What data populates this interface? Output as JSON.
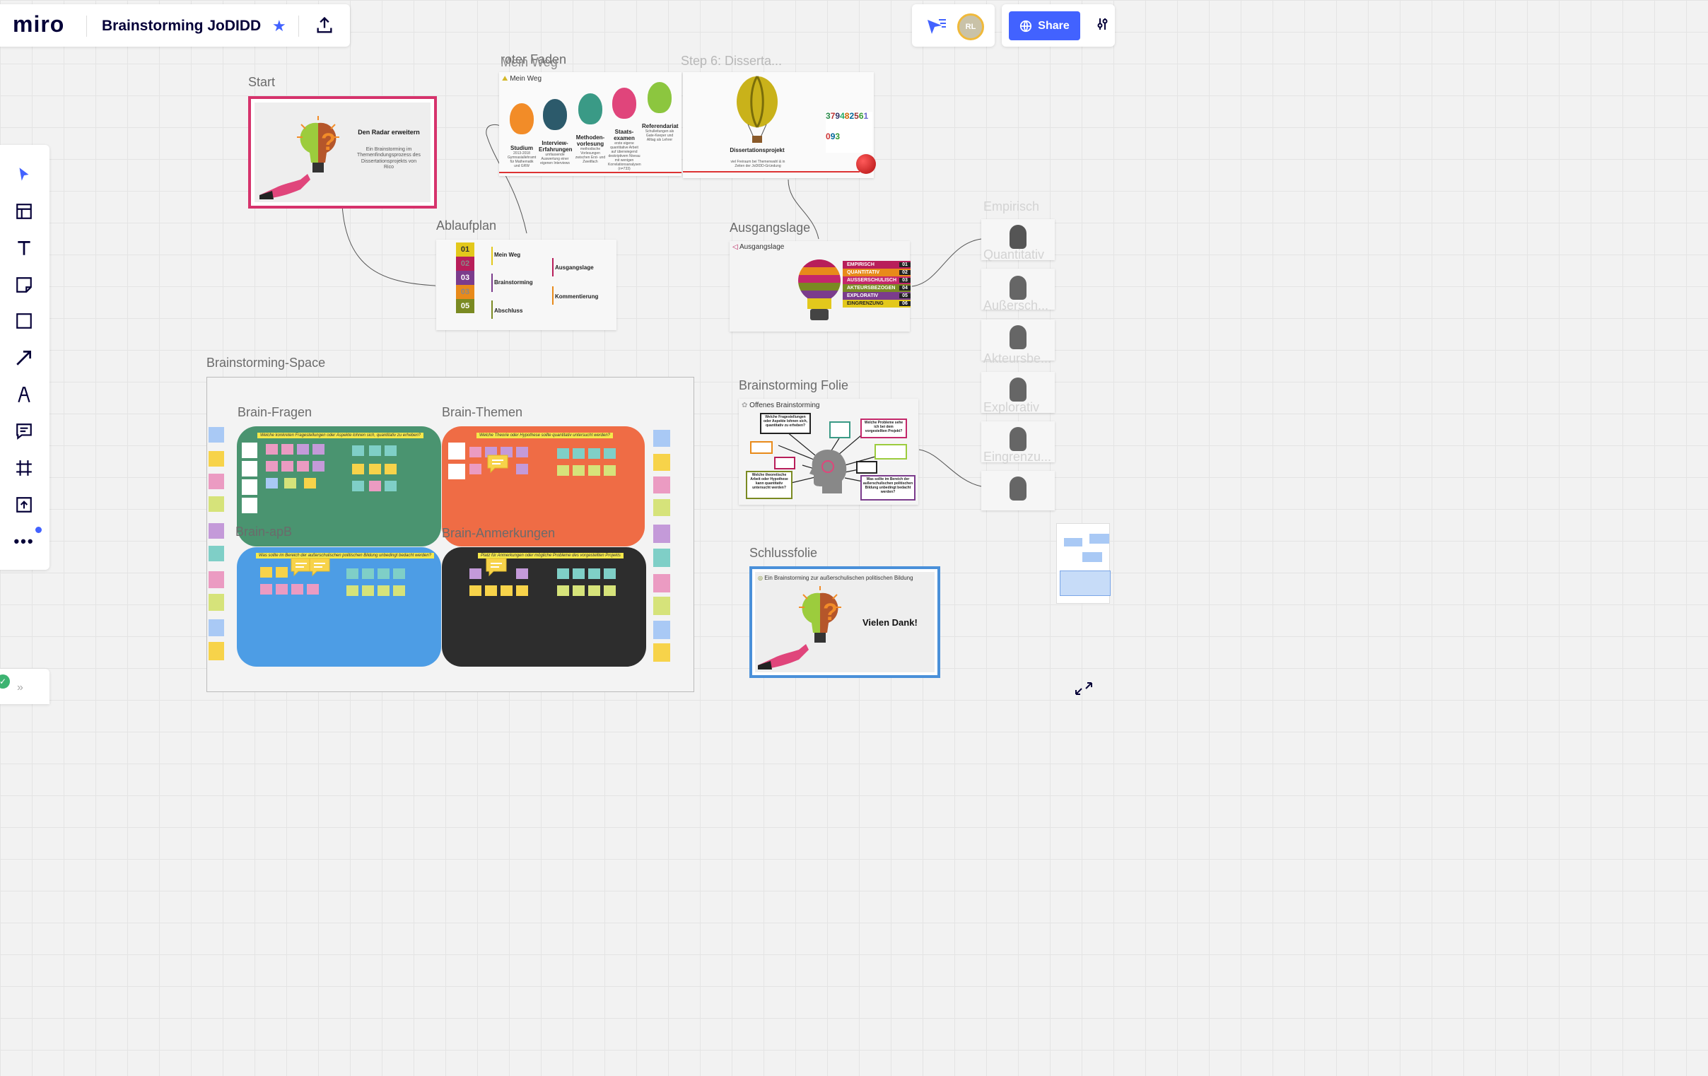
{
  "app": {
    "logo": "miro",
    "board_title": "Brainstorming JoDIDD"
  },
  "header": {
    "share_label": "Share",
    "avatar_initials": "RL"
  },
  "frames": {
    "start": {
      "label": "Start",
      "title": "Den Radar erweitern",
      "subtitle": "Ein Brainstorming im Themenfindungsprozess des Dissertationsprojekts von Rico"
    },
    "roter_faden": {
      "label": "roter Faden",
      "overlap_label": "Mein Weg"
    },
    "step6": {
      "label": "Step 6: Disserta..."
    },
    "mein_weg": {
      "header": "Mein Weg",
      "balloons": [
        {
          "title": "Studium",
          "desc": "2013-2018 Gymnasiallehramt für Mathematik und GRW",
          "color": "#f28c28"
        },
        {
          "title": "Interview-Erfahrungen",
          "desc": "umfassende Auswertung einer eigenen Interviews",
          "color": "#2c5a6b"
        },
        {
          "title": "Methoden-vorlesung",
          "desc": "methodische Vorlesungen zwischen Erst- und Zweitfach",
          "color": "#3a9a86"
        },
        {
          "title": "Staats-examen",
          "desc": "erste eigene quantitative Arbeit auf überwiegend deskriptivem Niveau mit wenigen Korrelationsanalysen (n=733)",
          "color": "#e0457b"
        },
        {
          "title": "Referendariat",
          "desc": "Schulleitungen als Gate-Keeper und Alltag als Lehrer",
          "color": "#8cc63f"
        }
      ],
      "diss_title": "Dissertationsprojekt",
      "diss_desc": "viel Freiraum bei Themenwahl & in Zeiten der JoDIDD-Gründung"
    },
    "ablaufplan": {
      "label": "Ablaufplan",
      "numbers": [
        "01",
        "02",
        "03",
        "03",
        "05"
      ],
      "items_left": [
        "Mein Weg",
        "Brainstorming",
        "Abschluss"
      ],
      "items_right": [
        "Ausgangslage",
        "Kommentierung"
      ]
    },
    "ausgangslage": {
      "label": "Ausgangslage",
      "header": "Ausgangslage",
      "rows": [
        {
          "text": "EMPIRISCH",
          "num": "01",
          "color": "#b81e5a"
        },
        {
          "text": "QUANTITATIV",
          "num": "02",
          "color": "#e88a1a"
        },
        {
          "text": "AUSSERSCHULISCH",
          "num": "03",
          "color": "#c4276a"
        },
        {
          "text": "AKTEURSBEZOGEN",
          "num": "04",
          "color": "#7a8a22"
        },
        {
          "text": "EXPLORATIV",
          "num": "05",
          "color": "#7b3c8c"
        },
        {
          "text": "EINGRENZUNG",
          "num": "06",
          "color": "#e3c81c"
        }
      ]
    },
    "right_column": {
      "label_top": "Empirisch",
      "overlay_labels": [
        "Quantitativ",
        "Außersch...",
        "Akteursbe...",
        "Explorativ",
        "Eingrenzu..."
      ]
    },
    "brainstorming_space": {
      "label": "Brainstorming-Space",
      "quadrants": [
        {
          "label": "Brain-Fragen",
          "question": "Welche konkreten Fragestellungen oder Aspekte lohnen sich, quantitativ zu erheben?"
        },
        {
          "label": "Brain-Themen",
          "question": "Welche Theorie oder Hypothese sollte quantitativ untersucht werden?"
        },
        {
          "label": "Brain-apB",
          "question": "Was sollte im Bereich der außerschulischen politischen Bildung unbedingt bedacht werden?"
        },
        {
          "label": "Brain-Anmerkungen",
          "question": "Platz für Anmerkungen oder mögliche Probleme des vorgestellten Projekts"
        }
      ]
    },
    "brainstorming_folie": {
      "label": "Brainstorming Folie",
      "header": "Offenes Brainstorming",
      "bubbles": [
        "Welche Fragestellungen oder Aspekte lohnen sich, quantitativ zu erheben?",
        "Welche Probleme sehe ich bei dem vorgestellten Projekt?",
        "Welche theoretische Arbeit oder Hypothese kann quantitativ untersucht werden?",
        "Was sollte im Bereich der außerschulischen politischen Bildung unbedingt bedacht werden?"
      ]
    },
    "schlussfolie": {
      "label": "Schlussfolie",
      "header": "Ein Brainstorming zur außerschulischen politischen Bildung",
      "thanks": "Vielen Dank!"
    }
  },
  "colors": {
    "accent_blue": "#4262ff",
    "start_border": "#d6336c",
    "schluss_border": "#4a90d9",
    "q_green": "#4a9470",
    "q_orange": "#ef6c45",
    "q_blue": "#4d9de5",
    "q_dark": "#2d2d2d",
    "comment_yellow": "#f7d34a"
  },
  "icons": [
    "select-cursor-icon",
    "templates-icon",
    "text-icon",
    "sticky-note-icon",
    "shape-icon",
    "arrow-line-icon",
    "pen-icon",
    "comment-icon",
    "frame-icon",
    "upload-icon",
    "more-icon"
  ]
}
